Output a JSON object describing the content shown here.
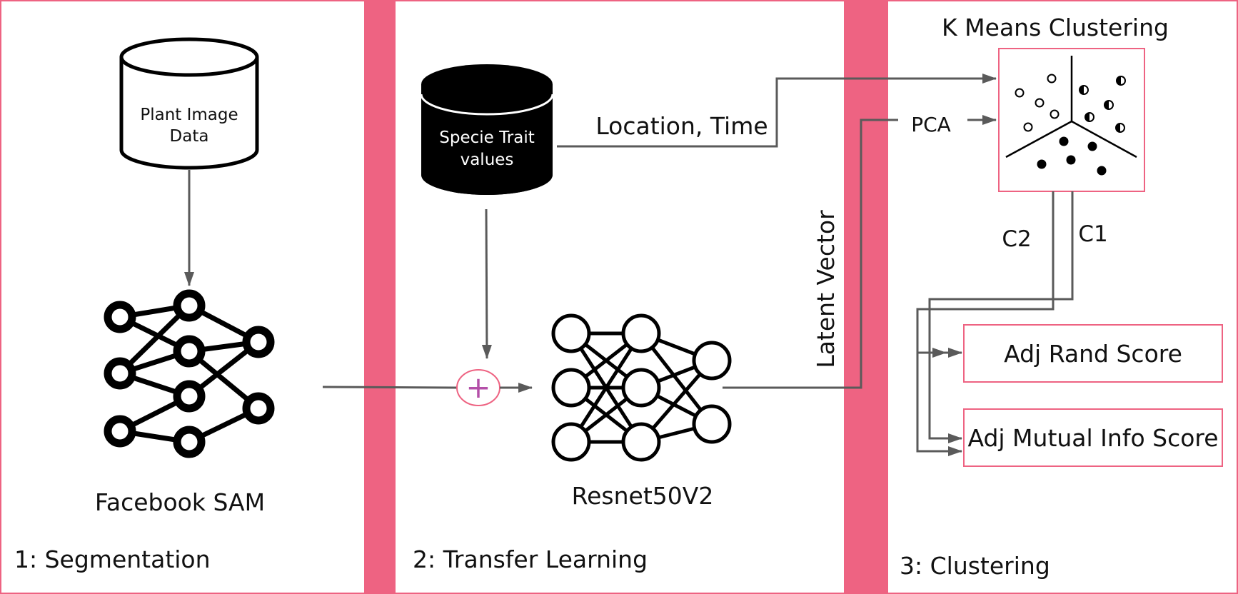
{
  "sections": [
    {
      "label": "1: Segmentation"
    },
    {
      "label": "2: Transfer Learning"
    },
    {
      "label": "3: Clustering"
    }
  ],
  "segmentation": {
    "database_label_line1": "Plant Image",
    "database_label_line2": "Data",
    "model_label": "Facebook SAM"
  },
  "transfer": {
    "trait_db_line1": "Specie Trait",
    "trait_db_line2": "values",
    "location_time_label": "Location, Time",
    "merge_symbol": "+",
    "model_label": "Resnet50V2",
    "latent_label": "Latent Vector"
  },
  "clustering": {
    "title": "K Means Clustering",
    "pca_label": "PCA",
    "c1_label": "C1",
    "c2_label": "C2",
    "metric1": "Adj Rand Score",
    "metric2": "Adj Mutual Info Score"
  },
  "colors": {
    "accent": "#EE6382",
    "connector": "#5A5A5A",
    "ink": "#000000",
    "plus": "#B44FA8"
  }
}
